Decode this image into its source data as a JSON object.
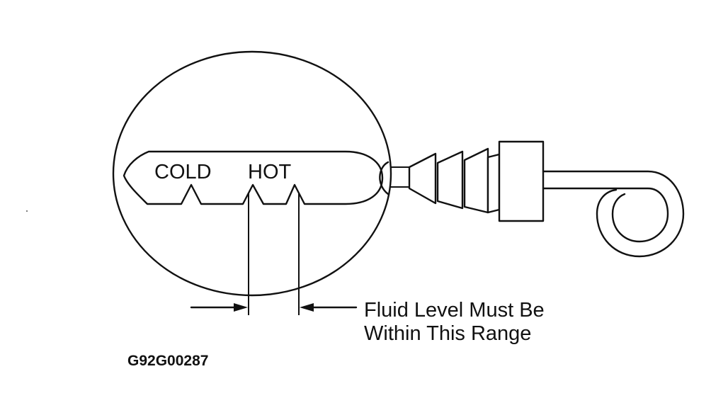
{
  "dipstick": {
    "mark_cold": "COLD",
    "mark_hot": "HOT"
  },
  "callout": {
    "line1": "Fluid Level Must Be",
    "line2": "Within This Range"
  },
  "figure_id": "G92G00287"
}
